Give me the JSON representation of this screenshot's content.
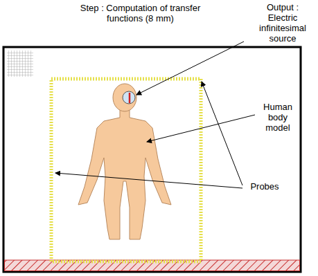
{
  "diagram": {
    "title": "Step : Computation of transfer functions (8 mm)",
    "labels": [
      "Output : Electric infinitesimal source",
      "Human body model",
      "Probes"
    ]
  }
}
